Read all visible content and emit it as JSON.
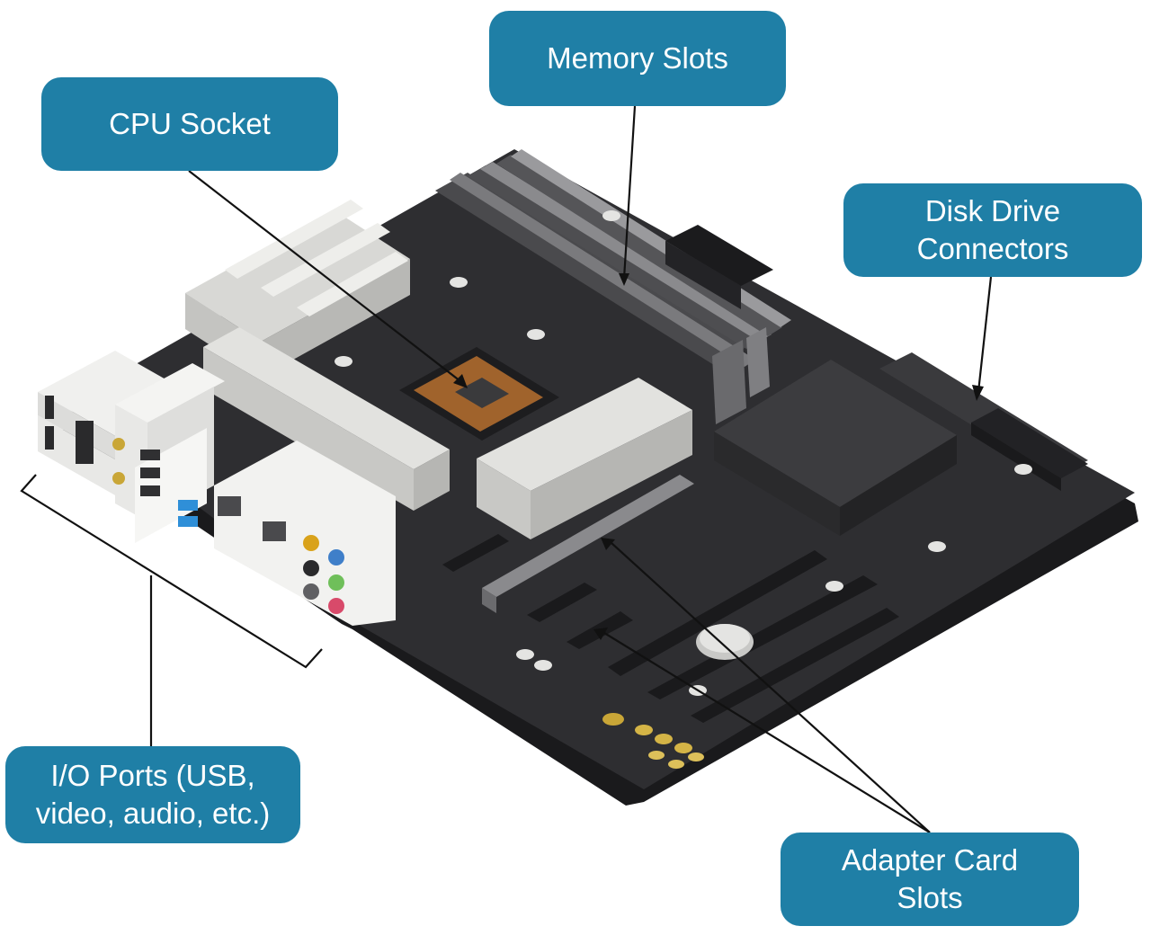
{
  "labels": {
    "memory_slots": "Memory Slots",
    "cpu_socket": "CPU Socket",
    "disk_drive": "Disk Drive\nConnectors",
    "io_ports": "I/O Ports (USB,\nvideo, audio, etc.)",
    "adapter_slots": "Adapter Card\nSlots"
  },
  "colors": {
    "label_background": "#1f7fa6",
    "label_text": "#ffffff",
    "board": "#2b2b2d",
    "heatsink_white": "#e6e6e3",
    "cpu_socket": "#a0632c",
    "leader_line": "#111111"
  }
}
